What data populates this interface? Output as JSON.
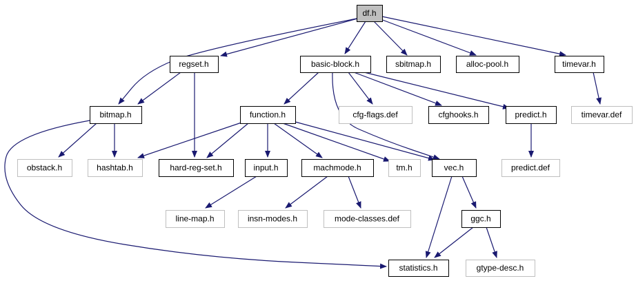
{
  "graph": {
    "nodes": [
      {
        "id": "df",
        "label": "df.h",
        "style": "root"
      },
      {
        "id": "regset",
        "label": "regset.h",
        "style": "normal"
      },
      {
        "id": "basicblock",
        "label": "basic-block.h",
        "style": "normal"
      },
      {
        "id": "sbitmap",
        "label": "sbitmap.h",
        "style": "normal"
      },
      {
        "id": "allocpool",
        "label": "alloc-pool.h",
        "style": "normal"
      },
      {
        "id": "timevar",
        "label": "timevar.h",
        "style": "normal"
      },
      {
        "id": "bitmap",
        "label": "bitmap.h",
        "style": "normal"
      },
      {
        "id": "function",
        "label": "function.h",
        "style": "normal"
      },
      {
        "id": "cfgflags",
        "label": "cfg-flags.def",
        "style": "missing"
      },
      {
        "id": "cfghooks",
        "label": "cfghooks.h",
        "style": "normal"
      },
      {
        "id": "predict",
        "label": "predict.h",
        "style": "normal"
      },
      {
        "id": "timevardef",
        "label": "timevar.def",
        "style": "missing"
      },
      {
        "id": "obstack",
        "label": "obstack.h",
        "style": "missing"
      },
      {
        "id": "hashtab",
        "label": "hashtab.h",
        "style": "missing"
      },
      {
        "id": "hardregset",
        "label": "hard-reg-set.h",
        "style": "normal"
      },
      {
        "id": "input",
        "label": "input.h",
        "style": "normal"
      },
      {
        "id": "machmode",
        "label": "machmode.h",
        "style": "normal"
      },
      {
        "id": "tm",
        "label": "tm.h",
        "style": "missing"
      },
      {
        "id": "vec",
        "label": "vec.h",
        "style": "normal"
      },
      {
        "id": "predictdef",
        "label": "predict.def",
        "style": "missing"
      },
      {
        "id": "linemap",
        "label": "line-map.h",
        "style": "missing"
      },
      {
        "id": "insnmodes",
        "label": "insn-modes.h",
        "style": "missing"
      },
      {
        "id": "modeclasses",
        "label": "mode-classes.def",
        "style": "missing"
      },
      {
        "id": "ggc",
        "label": "ggc.h",
        "style": "normal"
      },
      {
        "id": "statistics",
        "label": "statistics.h",
        "style": "normal"
      },
      {
        "id": "gtypedesc",
        "label": "gtype-desc.h",
        "style": "missing"
      }
    ],
    "edges": [
      {
        "from": "df",
        "to": "regset"
      },
      {
        "from": "df",
        "to": "basicblock"
      },
      {
        "from": "df",
        "to": "sbitmap"
      },
      {
        "from": "df",
        "to": "allocpool"
      },
      {
        "from": "df",
        "to": "timevar"
      },
      {
        "from": "df",
        "to": "bitmap"
      },
      {
        "from": "regset",
        "to": "bitmap"
      },
      {
        "from": "regset",
        "to": "hardregset"
      },
      {
        "from": "basicblock",
        "to": "function"
      },
      {
        "from": "basicblock",
        "to": "cfgflags"
      },
      {
        "from": "basicblock",
        "to": "cfghooks"
      },
      {
        "from": "basicblock",
        "to": "predict"
      },
      {
        "from": "basicblock",
        "to": "vec"
      },
      {
        "from": "timevar",
        "to": "timevardef"
      },
      {
        "from": "bitmap",
        "to": "obstack"
      },
      {
        "from": "bitmap",
        "to": "hashtab"
      },
      {
        "from": "bitmap",
        "to": "statistics"
      },
      {
        "from": "function",
        "to": "hashtab"
      },
      {
        "from": "function",
        "to": "hardregset"
      },
      {
        "from": "function",
        "to": "input"
      },
      {
        "from": "function",
        "to": "machmode"
      },
      {
        "from": "function",
        "to": "tm"
      },
      {
        "from": "function",
        "to": "vec"
      },
      {
        "from": "predict",
        "to": "predictdef"
      },
      {
        "from": "input",
        "to": "linemap"
      },
      {
        "from": "machmode",
        "to": "insnmodes"
      },
      {
        "from": "machmode",
        "to": "modeclasses"
      },
      {
        "from": "vec",
        "to": "ggc"
      },
      {
        "from": "vec",
        "to": "statistics"
      },
      {
        "from": "ggc",
        "to": "statistics"
      },
      {
        "from": "ggc",
        "to": "gtypedesc"
      }
    ]
  },
  "colors": {
    "edge": "#191970",
    "root_fill": "#bfbfbf",
    "node_border": "#000000",
    "missing_border": "#bfbfbf"
  }
}
